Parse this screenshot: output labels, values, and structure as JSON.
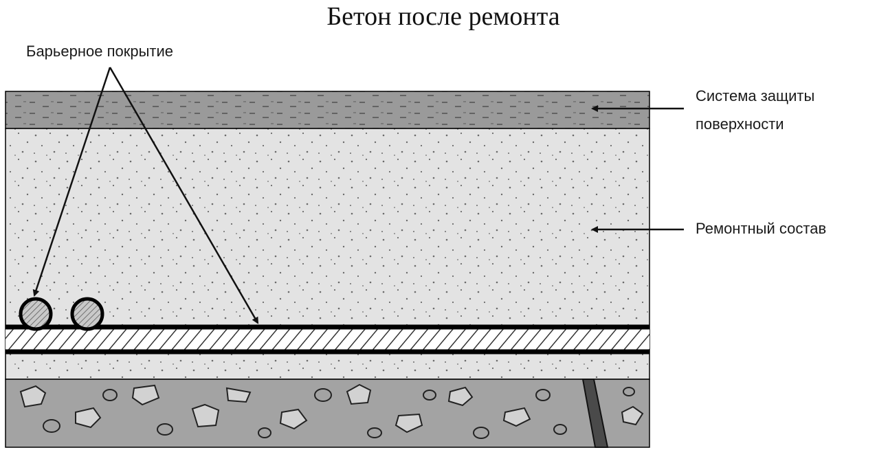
{
  "title": "Бетон после ремонта",
  "labels": {
    "barrier_coating": "Барьерное покрытие",
    "surface_protection_line1": "Система защиты",
    "surface_protection_line2": "поверхности",
    "repair_compound": "Ремонтный состав"
  },
  "colors": {
    "protection_layer": "#9a9a9a",
    "repair_layer": "#e3e3e3",
    "substrate": "#a3a3a3",
    "outline": "#000000"
  }
}
